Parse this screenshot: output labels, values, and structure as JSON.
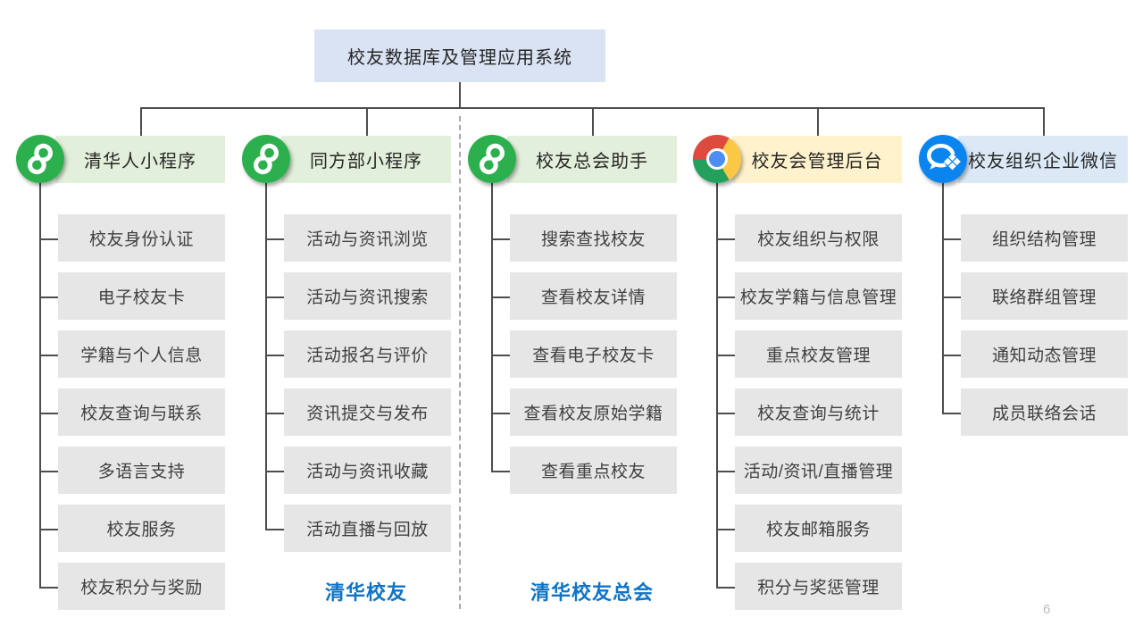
{
  "root": {
    "title": "校友数据库及管理应用系统"
  },
  "page": {
    "page_number": "6"
  },
  "colors": {
    "root_bg": "#dae3f3",
    "green_header_bg": "#e2efda",
    "yellow_header_bg": "#fff2cc",
    "blue_header_bg": "#dbe9f6",
    "item_bg": "#e7e6e6",
    "miniprogram_green": "#2bb04d",
    "wechat_work_blue": "#0a85f0",
    "chrome_red": "#dc4b3e",
    "chrome_yellow": "#fbc846",
    "chrome_green": "#23a15c",
    "chrome_blue": "#4e8df6",
    "footer_label_blue": "#0f74c5",
    "connector_line": "#4d4d4d"
  },
  "columns": [
    {
      "header": "清华人小程序",
      "icon": "wechat-miniprogram-icon",
      "header_bg": "#e2efda",
      "items": [
        "校友身份认证",
        "电子校友卡",
        "学籍与个人信息",
        "校友查询与联系",
        "多语言支持",
        "校友服务",
        "校友积分与奖励"
      ],
      "footer_label": ""
    },
    {
      "header": "同方部小程序",
      "icon": "wechat-miniprogram-icon",
      "header_bg": "#e2efda",
      "items": [
        "活动与资讯浏览",
        "活动与资讯搜索",
        "活动报名与评价",
        "资讯提交与发布",
        "活动与资讯收藏",
        "活动直播与回放"
      ],
      "footer_label": "清华校友"
    },
    {
      "header": "校友总会助手",
      "icon": "wechat-miniprogram-icon",
      "header_bg": "#e2efda",
      "items": [
        "搜索查找校友",
        "查看校友详情",
        "查看电子校友卡",
        "查看校友原始学籍",
        "查看重点校友"
      ],
      "footer_label": "清华校友总会"
    },
    {
      "header": "校友会管理后台",
      "icon": "chrome-icon",
      "header_bg": "#fff2cc",
      "items": [
        "校友组织与权限",
        "校友学籍与信息管理",
        "重点校友管理",
        "校友查询与统计",
        "活动/资讯/直播管理",
        "校友邮箱服务",
        "积分与奖惩管理"
      ],
      "footer_label": ""
    },
    {
      "header": "校友组织企业微信",
      "icon": "wechat-work-icon",
      "header_bg": "#dbe9f6",
      "items": [
        "组织结构管理",
        "联络群组管理",
        "通知动态管理",
        "成员联络会话"
      ],
      "footer_label": ""
    }
  ]
}
